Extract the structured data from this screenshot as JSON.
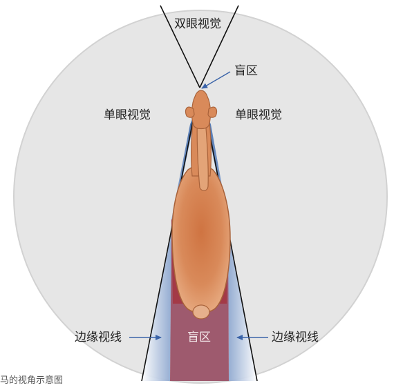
{
  "labels": {
    "binocular": "双眼视觉",
    "blind_spot_front": "盲区",
    "monocular_left": "单眼视觉",
    "monocular_right": "单眼视觉",
    "peripheral_left": "边缘视线",
    "blind_spot_rear": "盲区",
    "peripheral_right": "边缘视线"
  },
  "caption": "马的视角示意图",
  "colors": {
    "field_fill": "#e6e6e6",
    "field_stroke": "#d2d2d2",
    "peripheral_blue": "#3f6aaa",
    "rear_blind_red": "#a33a47",
    "rear_blind_zone": "#9e5a6e",
    "horse_body": "#d98a5a",
    "horse_outline": "#a8623a",
    "line": "#111111",
    "pointer_arrow": "#3a63a8"
  }
}
